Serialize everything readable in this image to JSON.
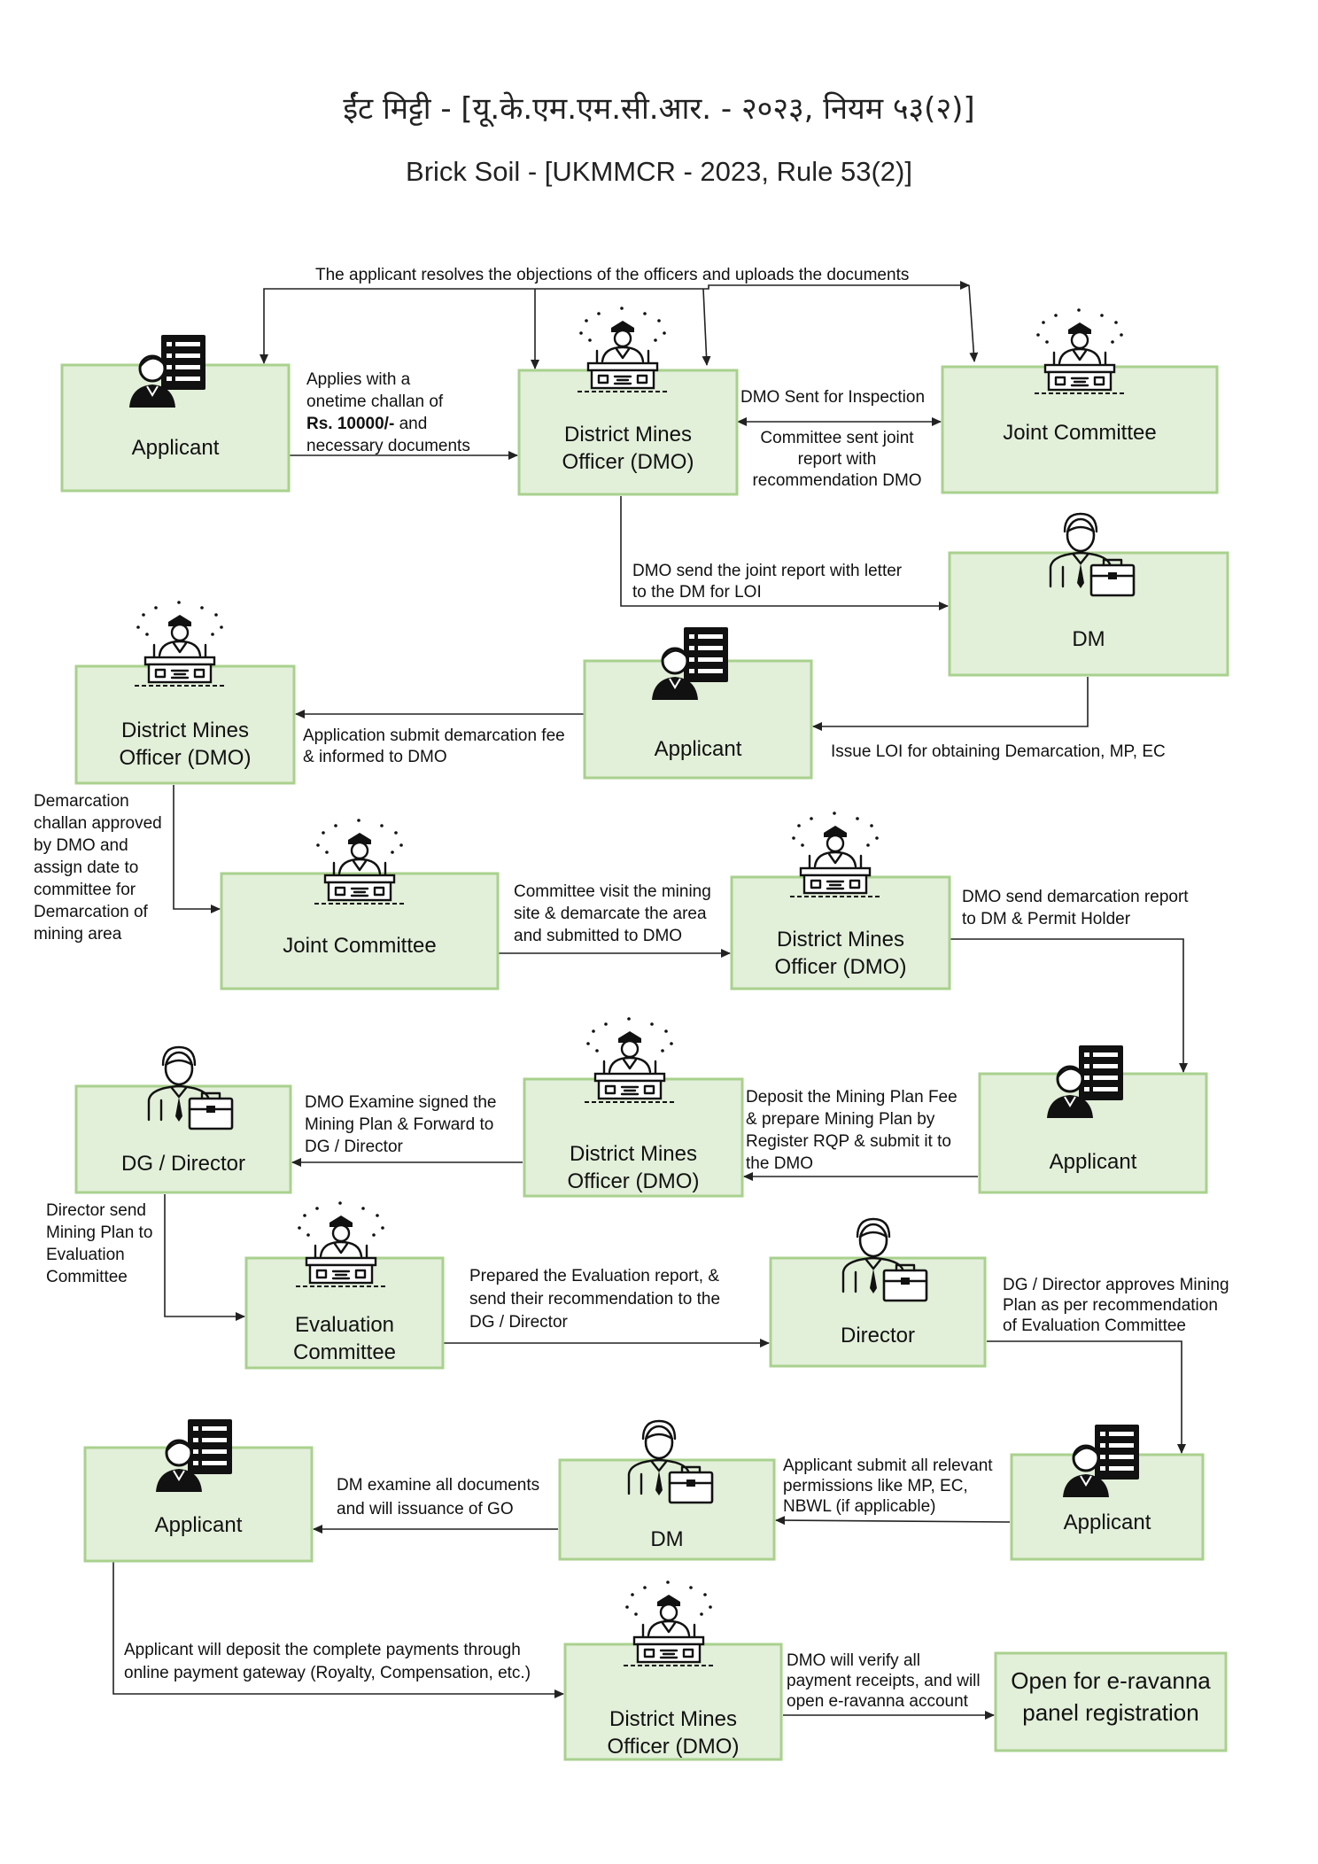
{
  "title_hindi": "ईंट मिट्टी - [यू.के.एम.एम.सी.आर. - २०२३, नियम ५३(२)]",
  "title_english": "Brick Soil - [UKMMCR - 2023, Rule 53(2)]",
  "nodes": {
    "applicant_1": "Applicant",
    "dmo_1": [
      "District Mines",
      "Officer (DMO)"
    ],
    "jc_1": "Joint Committee",
    "dm_1": "DM",
    "applicant_2": "Applicant",
    "dmo_2": [
      "District Mines",
      "Officer (DMO)"
    ],
    "jc_2": "Joint Committee",
    "dmo_3": [
      "District Mines",
      "Officer (DMO)"
    ],
    "applicant_3": "Applicant",
    "dmo_4": [
      "District Mines",
      "Officer (DMO)"
    ],
    "dg_director": "DG / Director",
    "eval_committee": [
      "Evaluation",
      "Committee"
    ],
    "director": "Director",
    "applicant_4": "Applicant",
    "dm_2": "DM",
    "applicant_5": "Applicant",
    "dmo_5": [
      "District Mines",
      "Officer (DMO)"
    ],
    "eravanna": [
      "Open for e-ravanna",
      "panel registration"
    ]
  },
  "edges": {
    "objections": [
      "The applicant resolves the objections of the officers and uploads the documents"
    ],
    "applies": [
      "Applies with a",
      "onetime challan of",
      "Rs. 10000/- and",
      "necessary documents"
    ],
    "sent_inspection": [
      "DMO Sent for Inspection"
    ],
    "committee_report": [
      "Committee sent joint",
      "report with",
      "recommendation DMO"
    ],
    "joint_report_dm": [
      "DMO send the joint report with letter",
      "to the DM for LOI"
    ],
    "issue_loi": [
      "Issue LOI for obtaining Demarcation, MP, EC"
    ],
    "demarcation_fee": [
      "Application submit demarcation fee",
      "& informed to DMO"
    ],
    "challan_approved": [
      "Demarcation",
      "challan approved",
      "by DMO and",
      "assign date to",
      "committee for",
      "Demarcation of",
      "mining area"
    ],
    "committee_visit": [
      "Committee visit the mining",
      "site & demarcate the area",
      "and submitted to DMO"
    ],
    "demarcation_report": [
      "DMO send demarcation report",
      "to DM & Permit Holder"
    ],
    "mining_plan_fee": [
      "Deposit the Mining Plan Fee",
      "& prepare Mining Plan by",
      "Register RQP & submit it to",
      "the DMO"
    ],
    "examine_plan": [
      "DMO Examine signed the",
      "Mining Plan & Forward to",
      "DG / Director"
    ],
    "director_send": [
      "Director send",
      "Mining Plan to",
      "Evaluation",
      "Committee"
    ],
    "evaluation_report": [
      "Prepared the Evaluation report, &",
      "send their recommendation to the",
      "DG / Director"
    ],
    "approves_plan": [
      "DG / Director approves Mining",
      "Plan as per recommendation",
      "of Evaluation Committee"
    ],
    "permissions": [
      "Applicant submit all relevant",
      "permissions like MP, EC,",
      "NBWL (if applicable)"
    ],
    "dm_examine": [
      "DM examine all documents",
      "and will issuance of GO"
    ],
    "deposit_payments": [
      "Applicant will deposit the complete payments through",
      "online payment gateway (Royalty, Compensation, etc.)"
    ],
    "verify_receipts": [
      "DMO will verify all",
      "payment receipts, and will",
      "open e-ravanna account"
    ]
  },
  "icons": [
    "applicant-icon",
    "officer-icon",
    "manager-icon"
  ],
  "colors": {
    "box_fill": "#e2efd9",
    "box_stroke": "#a9d18e",
    "arrow": "#222222"
  }
}
